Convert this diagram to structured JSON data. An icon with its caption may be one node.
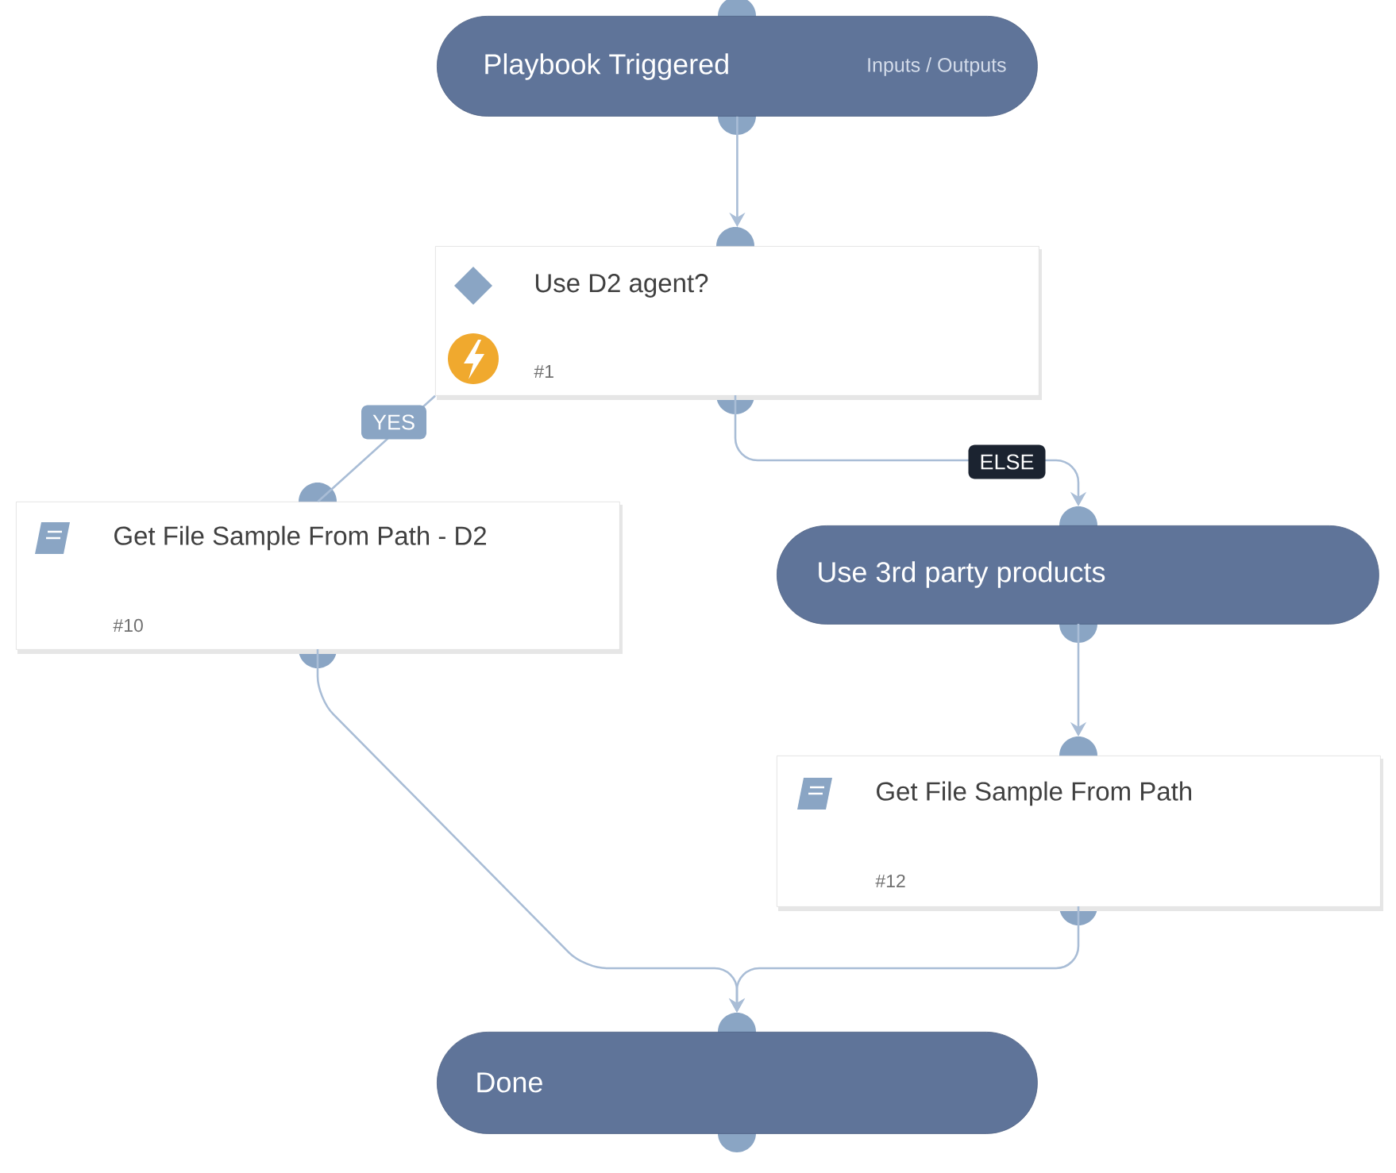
{
  "diagram": {
    "nodes": [
      {
        "text": [
          "Playbook Triggered",
          "Inputs / Outputs"
        ]
      },
      {
        "text": [
          "Use D2 agent?",
          "#1"
        ]
      },
      {
        "text": [
          "Get File Sample From Path - D2",
          "#10"
        ]
      },
      {
        "text": [
          "Use 3rd party products"
        ]
      },
      {
        "text": [
          "Get File Sample From Path",
          "#12"
        ]
      },
      {
        "text": [
          "Done"
        ]
      }
    ],
    "edges": [
      {
        "from": 0,
        "to": 1,
        "arrow": "to"
      },
      {
        "from": 1,
        "to": 2,
        "arrow": "none",
        "label": "YES"
      },
      {
        "from": 1,
        "to": 3,
        "arrow": "to",
        "label": "ELSE"
      },
      {
        "from": 3,
        "to": 4,
        "arrow": "to"
      },
      {
        "from": 2,
        "to": 5,
        "arrow": "to"
      },
      {
        "from": 4,
        "to": 5,
        "arrow": "to"
      }
    ]
  }
}
